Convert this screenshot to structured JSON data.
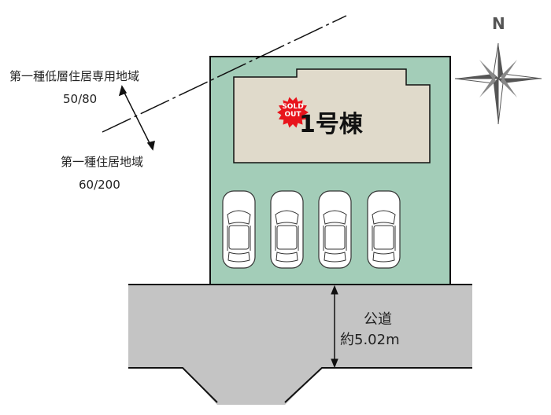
{
  "zones": {
    "upper": {
      "name": "第一種低層住居専用地域",
      "ratio": "50/80"
    },
    "lower": {
      "name": "第一種住居地域",
      "ratio": "60/200"
    }
  },
  "building": {
    "label": "1号棟",
    "badge_line1": "SOLD",
    "badge_line2": "OUT"
  },
  "road": {
    "name": "公道",
    "width": "約5.02m"
  },
  "compass": {
    "north": "N"
  },
  "colors": {
    "lot": "#a3cdb8",
    "building": "#e0dacb",
    "road": "#c4c4c4",
    "badge": "#e8141c"
  },
  "parking_spaces": 4
}
